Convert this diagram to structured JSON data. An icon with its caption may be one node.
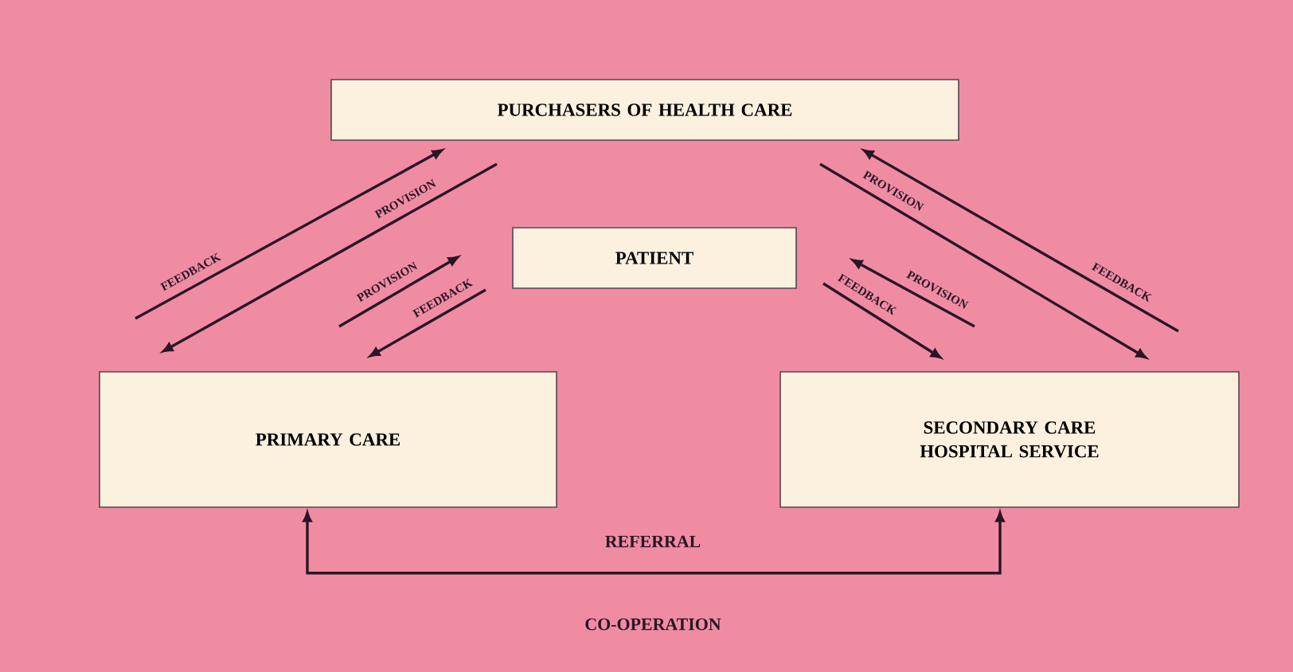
{
  "diagram": {
    "nodes": [
      {
        "text": [
          "PURCHASERS OF HEALTH CARE"
        ]
      },
      {
        "text": [
          "PATIENT"
        ]
      },
      {
        "text": [
          "PRIMARY CARE"
        ]
      },
      {
        "text": [
          "SECONDARY CARE HOSPITAL SERVICE"
        ]
      }
    ],
    "edges": [
      {
        "from": 2,
        "to": 0,
        "arrow": "to",
        "label": "FEEDBACK"
      },
      {
        "from": 0,
        "to": 2,
        "arrow": "to",
        "label": "PROVISION"
      },
      {
        "from": 2,
        "to": 1,
        "arrow": "to",
        "label": "PROVISION"
      },
      {
        "from": 1,
        "to": 2,
        "arrow": "to",
        "label": "FEEDBACK"
      },
      {
        "from": 0,
        "to": 3,
        "arrow": "to",
        "label": "PROVISION"
      },
      {
        "from": 3,
        "to": 0,
        "arrow": "to",
        "label": "FEEDBACK"
      },
      {
        "from": 3,
        "to": 1,
        "arrow": "to",
        "label": "PROVISION"
      },
      {
        "from": 1,
        "to": 3,
        "arrow": "to",
        "label": "FEEDBACK"
      },
      {
        "from": 2,
        "to": 3,
        "arrow": "both",
        "label": "REFERRAL"
      }
    ],
    "labels": [
      "CO-OPERATION"
    ]
  }
}
